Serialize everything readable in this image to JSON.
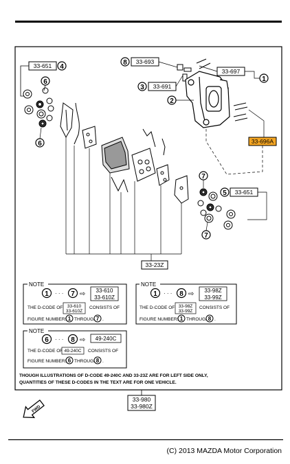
{
  "colors": {
    "highlight": "#f5a623",
    "line": "#000000",
    "background": "#ffffff"
  },
  "callouts": {
    "c4_code": "33-651",
    "c4_num": "4",
    "c8_code": "33-693",
    "c8_num": "8",
    "c3_code": "33-691",
    "c3_num": "3",
    "c1_code": "33-697",
    "c1_num": "1",
    "c2_num": "2",
    "c6_num": "6",
    "c696a_code": "33-696A",
    "c7_num": "7",
    "c5_code": "33-651",
    "c5_num": "5",
    "c23_code": "33-23Z",
    "c980_code_a": "33-980",
    "c980_code_b": "33-980Z"
  },
  "notes": [
    {
      "title": "NOTE",
      "from_num": "1",
      "to_num": "7",
      "arrow": "⇨",
      "codes": [
        "33-610",
        "33-610Z"
      ],
      "line1_prefix": "THE D-CODE OF",
      "line1_codes": [
        "33-610",
        "33-610Z"
      ],
      "line1_suffix": "CONSISTS OF",
      "line2_prefix": "FIGURE NUMBERS",
      "line2_from": "1",
      "line2_mid": "THROUGH",
      "line2_to": "7",
      "line2_end": "."
    },
    {
      "title": "NOTE",
      "from_num": "1",
      "to_num": "8",
      "arrow": "⇨",
      "codes": [
        "33-98Z",
        "33-99Z"
      ],
      "line1_prefix": "THE D-CODE OF",
      "line1_codes": [
        "33-98Z",
        "33-99Z"
      ],
      "line1_suffix": "CONSISTS OF",
      "line2_prefix": "FIGURE NUMBERS",
      "line2_from": "1",
      "line2_mid": "THROUGH",
      "line2_to": "8",
      "line2_end": "."
    },
    {
      "title": "NOTE",
      "from_num": "6",
      "to_num": "8",
      "arrow": "⇨",
      "codes": [
        "49-240C"
      ],
      "line1_prefix": "THE D-CODE OF",
      "line1_codes": [
        "49-240C"
      ],
      "line1_suffix": "CONSISTS OF",
      "line2_prefix": "FIGURE NUMBERS",
      "line2_from": "6",
      "line2_mid": "THROUGH",
      "line2_to": "8",
      "line2_end": "."
    }
  ],
  "footnote_line1": "THOUGH ILLUSTRATIONS OF D-CODE 49-240C AND 33-23Z ARE FOR LEFT SIDE ONLY,",
  "footnote_line2": "QUANTITIES OF THESE D-CODES IN THE TEXT ARE FOR ONE VEHICLE.",
  "fwd_label": "FWD",
  "copyright": "(C) 2013 MAZDA Motor Corporation"
}
